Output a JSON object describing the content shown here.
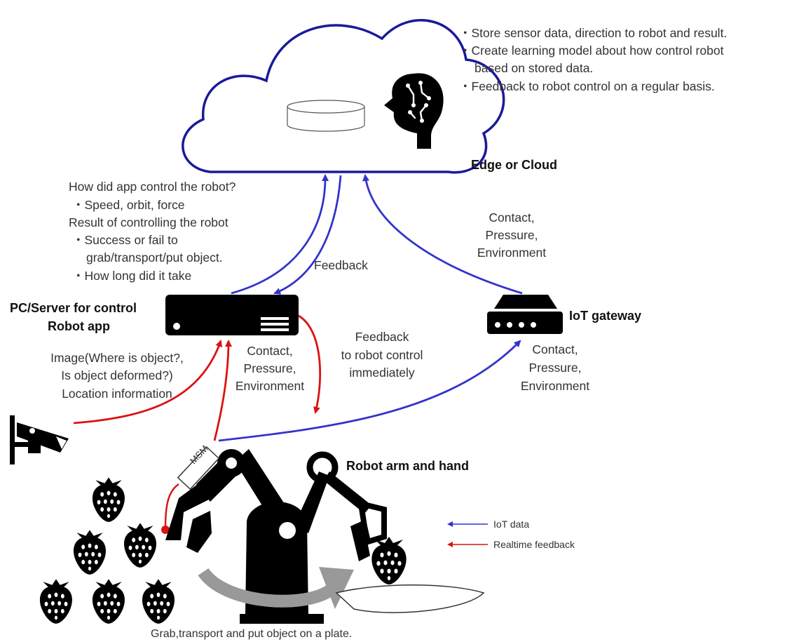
{
  "cloud": {
    "label": "Edge or Cloud",
    "notes": [
      "・Store sensor data, direction to robot and result.",
      "・Create learning model about how control robot",
      "based on stored data.",
      "・Feedback to robot control on a regular basis."
    ]
  },
  "server": {
    "label_line1": "PC/Server for control",
    "label_line2": "Robot app"
  },
  "app_report": [
    "How did app control the robot?",
    "・Speed, orbit, force",
    "Result of controlling the robot",
    "・Success or fail to",
    "grab/transport/put object.",
    "・How long did it take"
  ],
  "feedback_label": "Feedback",
  "gateway": {
    "label": "IoT gateway",
    "uplink": [
      "Contact,",
      "Pressure,",
      "Environment"
    ],
    "inlink": [
      "Contact,",
      "Pressure,",
      "Environment"
    ]
  },
  "camera_info": [
    "Image(Where is object?,",
    "Is object deformed?)",
    "Location information"
  ],
  "server_inlink": [
    "Contact,",
    "Pressure,",
    "Environment"
  ],
  "realtime_feedback": [
    "Feedback",
    "to robot control",
    "immediately"
  ],
  "robot": {
    "label": "Robot arm and hand",
    "sensor_label": "MSM"
  },
  "legend": {
    "iot": "IoT data",
    "realtime": "Realtime feedback",
    "iot_color": "#3333cc",
    "realtime_color": "#dd1111"
  },
  "caption": "Grab,transport and put object on a plate."
}
